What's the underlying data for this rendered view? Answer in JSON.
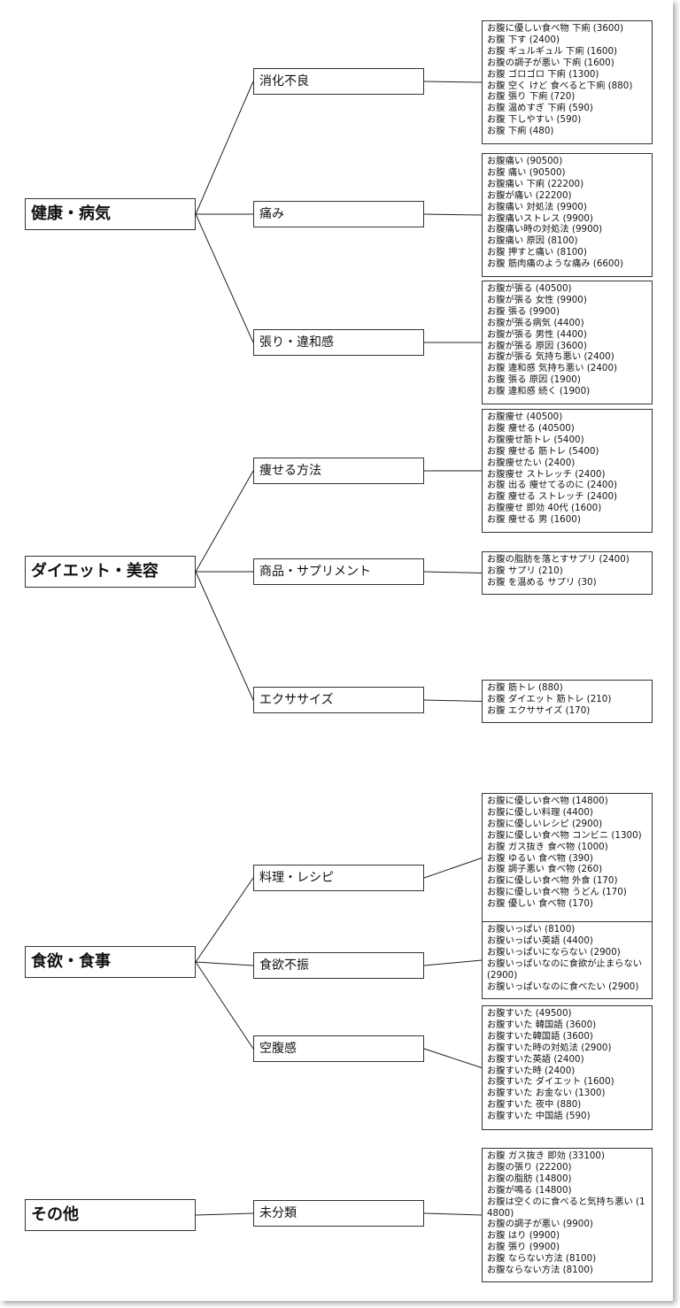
{
  "categories": [
    {
      "label": "健康・病気",
      "subs": [
        {
          "label": "消化不良",
          "keywords": [
            "お腹に優しい食べ物 下痢 (3600)",
            "お腹 下す (2400)",
            "お腹 ギュルギュル 下痢 (1600)",
            "お腹の調子が悪い 下痢 (1600)",
            "お腹 ゴロゴロ 下痢 (1300)",
            "お腹 空く けど 食べると下痢 (880)",
            "お腹 張り 下痢 (720)",
            "お腹 温めすぎ 下痢 (590)",
            "お腹 下しやすい (590)",
            "お腹 下痢 (480)"
          ]
        },
        {
          "label": "痛み",
          "keywords": [
            "お腹痛い (90500)",
            "お腹 痛い (90500)",
            "お腹痛い 下痢 (22200)",
            "お腹が痛い (22200)",
            "お腹痛い 対処法 (9900)",
            "お腹痛いストレス (9900)",
            "お腹痛い時の対処法 (9900)",
            "お腹痛い 原因 (8100)",
            "お腹 押すと痛い (8100)",
            "お腹 筋肉痛のような痛み (6600)"
          ]
        },
        {
          "label": "張り・違和感",
          "keywords": [
            "お腹が張る (40500)",
            "お腹が張る 女性 (9900)",
            "お腹 張る (9900)",
            "お腹が張る病気 (4400)",
            "お腹が張る 男性 (4400)",
            "お腹が張る 原因 (3600)",
            "お腹が張る 気持ち悪い (2400)",
            "お腹 違和感 気持ち悪い (2400)",
            "お腹 張る 原因 (1900)",
            "お腹 違和感 続く (1900)"
          ]
        }
      ]
    },
    {
      "label": "ダイエット・美容",
      "subs": [
        {
          "label": "痩せる方法",
          "keywords": [
            "お腹痩せ (40500)",
            "お腹 痩せる (40500)",
            "お腹痩せ筋トレ (5400)",
            "お腹 痩せる 筋トレ (5400)",
            "お腹痩せたい (2400)",
            "お腹痩せ ストレッチ (2400)",
            "お腹 出る 痩せてるのに (2400)",
            "お腹 痩せる ストレッチ (2400)",
            "お腹痩せ 即効 40代 (1600)",
            "お腹 痩せる 男 (1600)"
          ]
        },
        {
          "label": "商品・サプリメント",
          "keywords": [
            "お腹の脂肪を落とすサプリ (2400)",
            "お腹 サプリ (210)",
            "お腹 を温める サプリ (30)"
          ]
        },
        {
          "label": "エクササイズ",
          "keywords": [
            "お腹 筋トレ (880)",
            "お腹 ダイエット 筋トレ (210)",
            "お腹 エクササイズ (170)"
          ]
        }
      ]
    },
    {
      "label": "食欲・食事",
      "subs": [
        {
          "label": "料理・レシピ",
          "keywords": [
            "お腹に優しい食べ物 (14800)",
            "お腹に優しい料理 (4400)",
            "お腹に優しいレシピ (2900)",
            "お腹に優しい食べ物 コンビニ (1300)",
            "お腹 ガス抜き 食べ物 (1000)",
            "お腹 ゆるい 食べ物 (390)",
            "お腹 調子悪い 食べ物 (260)",
            "お腹に優しい食べ物 外食 (170)",
            "お腹に優しい食べ物 うどん (170)",
            "お腹 優しい 食べ物 (170)"
          ]
        },
        {
          "label": "食欲不振",
          "keywords": [
            "お腹いっぱい (8100)",
            "お腹いっぱい英語 (4400)",
            "お腹いっぱいにならない (2900)",
            "お腹いっぱいなのに食欲が止まらない (2900)",
            "お腹いっぱいなのに食べたい (2900)"
          ]
        },
        {
          "label": "空腹感",
          "keywords": [
            "お腹すいた (49500)",
            "お腹すいた 韓国語 (3600)",
            "お腹すいた韓国語 (3600)",
            "お腹すいた時の対処法 (2900)",
            "お腹すいた英語 (2400)",
            "お腹すいた時 (2400)",
            "お腹すいた ダイエット (1600)",
            "お腹すいた お金ない (1300)",
            "お腹すいた 夜中 (880)",
            "お腹すいた 中国語 (590)"
          ]
        }
      ]
    },
    {
      "label": "その他",
      "subs": [
        {
          "label": "未分類",
          "keywords": [
            "お腹 ガス抜き 即効 (33100)",
            "お腹の張り (22200)",
            "お腹の脂肪 (14800)",
            "お腹が鳴る (14800)",
            "お腹は空くのに食べると気持ち悪い (14800)",
            "お腹の調子が悪い (9900)",
            "お腹 はり (9900)",
            "お腹 張り (9900)",
            "お腹 ならない方法 (8100)",
            "お腹ならない方法 (8100)"
          ]
        }
      ]
    }
  ]
}
